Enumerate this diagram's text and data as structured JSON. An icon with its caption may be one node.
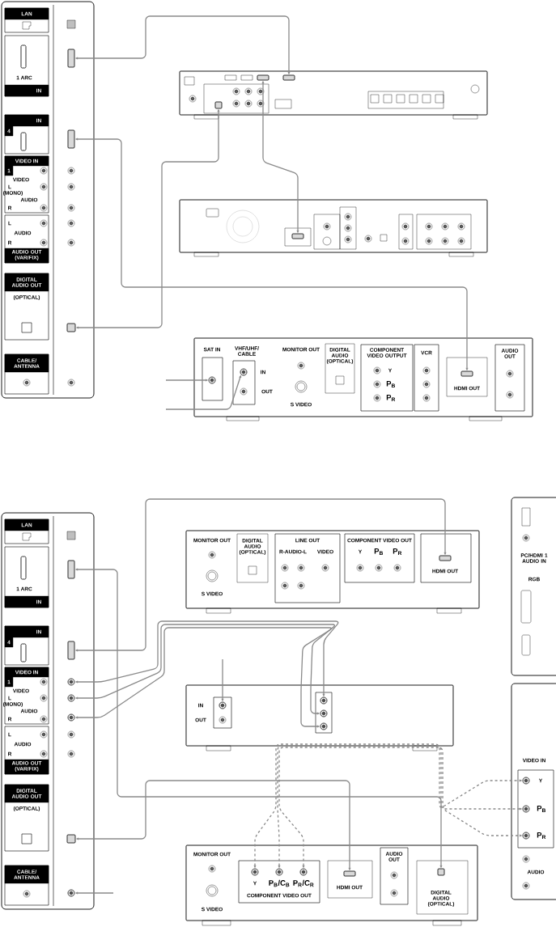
{
  "diagram": {
    "nodes": [
      {
        "text": [
          "LAN",
          "1 ARC",
          "IN",
          "IN",
          "4",
          "VIDEO IN",
          "1",
          "VIDEO",
          "L",
          "(MONO)",
          "AUDIO",
          "R",
          "L",
          "AUDIO",
          "R",
          "AUDIO OUT (VAR/FIX)",
          "DIGITAL AUDIO OUT",
          "(OPTICAL)",
          "CABLE/ ANTENNA"
        ]
      },
      {
        "text": [],
        "shape": "box",
        "in": 0
      },
      {
        "text": [],
        "shape": "box",
        "in": 0
      },
      {
        "text": [],
        "shape": "box",
        "in": 0
      },
      {
        "text": [],
        "shape": "box"
      },
      {
        "text": [],
        "shape": "box",
        "in": 4
      },
      {
        "text": [],
        "shape": "box",
        "in": 4
      },
      {
        "text": [],
        "shape": "box",
        "in": 4
      },
      {
        "text": [],
        "shape": "box"
      },
      {
        "text": [],
        "shape": "box",
        "in": 8
      },
      {
        "text": [
          "SAT IN",
          "VHF/UHF/ CABLE",
          "IN",
          "OUT",
          "MONITOR OUT",
          "S VIDEO",
          "DIGITAL AUDIO (OPTICAL)",
          "COMPONENT VIDEO OUTPUT",
          "Y",
          "P$_{B}$",
          "P$_{R}$",
          "VCR",
          "HDMI OUT",
          "AUDIO OUT"
        ]
      },
      {
        "text": [],
        "shape": "circle",
        "in": 10
      },
      {
        "text": [],
        "shape": "circle",
        "in": 10
      },
      {
        "text": [],
        "shape": "box",
        "in": 10
      },
      {
        "text": [
          "LAN",
          "1 ARC",
          "IN",
          "IN",
          "4",
          "VIDEO IN",
          "1",
          "VIDEO",
          "L",
          "(MONO)",
          "AUDIO",
          "R",
          "L",
          "AUDIO",
          "R",
          "AUDIO OUT (VAR/FIX)",
          "DIGITAL AUDIO OUT",
          "(OPTICAL)",
          "CABLE/ ANTENNA"
        ]
      },
      {
        "text": [],
        "shape": "box",
        "in": 14
      },
      {
        "text": [],
        "shape": "box",
        "in": 14
      },
      {
        "text": [],
        "shape": "circle",
        "in": 14
      },
      {
        "text": [],
        "shape": "circle",
        "in": 14
      },
      {
        "text": [],
        "shape": "circle",
        "in": 14
      },
      {
        "text": [],
        "shape": "box",
        "in": 14
      },
      {
        "text": [],
        "shape": "circle",
        "in": 14
      },
      {
        "text": [
          "PC/HDMI 1 AUDIO IN",
          "RGB"
        ]
      },
      {
        "text": [
          "VIDEO IN",
          "Y",
          "P$_{B}$",
          "P$_{R}$",
          "AUDIO"
        ]
      },
      {
        "text": [],
        "shape": "circle",
        "in": 23
      },
      {
        "text": [],
        "shape": "circle",
        "in": 23
      },
      {
        "text": [],
        "shape": "circle",
        "in": 23
      },
      {
        "text": [
          "MONITOR OUT",
          "S VIDEO",
          "DIGITAL AUDIO (OPTICAL)",
          "LINE OUT",
          "R-AUDIO-L",
          "VIDEO",
          "COMPONENT VIDEO OUT",
          "Y",
          "P$_{B}$",
          "P$_{R}$",
          "HDMI OUT"
        ]
      },
      {
        "text": [],
        "shape": "box",
        "in": 27
      },
      {
        "text": [
          "IN",
          "OUT"
        ]
      },
      {
        "text": [],
        "shape": "circle",
        "in": 29
      },
      {
        "text": [],
        "shape": "circle",
        "in": 29
      },
      {
        "text": [],
        "shape": "circle",
        "in": 29
      },
      {
        "text": [],
        "shape": "circle",
        "in": 29
      },
      {
        "text": [
          "MONITOR OUT",
          "S VIDEO",
          "Y",
          "P$_{B}$/C$_{B}$",
          "P$_{R}$/C$_{R}$",
          "COMPONENT VIDEO OUT",
          "HDMI OUT",
          "AUDIO OUT",
          "DIGITAL AUDIO (OPTICAL)"
        ]
      },
      {
        "text": [],
        "shape": "circle",
        "in": 34
      },
      {
        "text": [],
        "shape": "circle",
        "in": 34
      },
      {
        "text": [],
        "shape": "circle",
        "in": 34
      },
      {
        "text": [],
        "shape": "box",
        "in": 34
      },
      {
        "text": [],
        "shape": "box",
        "in": 34
      }
    ],
    "edges": [
      {
        "from": 1,
        "to": 5,
        "arrow": "both"
      },
      {
        "from": 9,
        "to": 6,
        "arrow": "both"
      },
      {
        "from": 3,
        "to": 7,
        "arrow": "both"
      },
      {
        "from": 2,
        "to": 13,
        "arrow": "both"
      },
      {
        "from": null,
        "to": 11,
        "arrow": "to"
      },
      {
        "from": null,
        "to": 12,
        "arrow": "to"
      },
      {
        "from": 15,
        "to": 39,
        "arrow": "both"
      },
      {
        "from": 16,
        "to": 28,
        "arrow": "both"
      },
      {
        "from": 17,
        "to": 31,
        "arrow": "both"
      },
      {
        "from": 18,
        "to": 32,
        "arrow": "both"
      },
      {
        "from": 19,
        "to": 33,
        "arrow": "both"
      },
      {
        "from": null,
        "to": 30,
        "arrow": "to"
      },
      {
        "from": null,
        "to": 21,
        "arrow": "to"
      },
      {
        "from": 20,
        "to": 38,
        "arrow": "both"
      },
      {
        "from": 35,
        "to": 24,
        "arrow": "both",
        "style": "dashed"
      },
      {
        "from": 36,
        "to": 25,
        "arrow": "both",
        "style": "dashed"
      },
      {
        "from": 37,
        "to": 26,
        "arrow": "both",
        "style": "dashed"
      }
    ]
  }
}
